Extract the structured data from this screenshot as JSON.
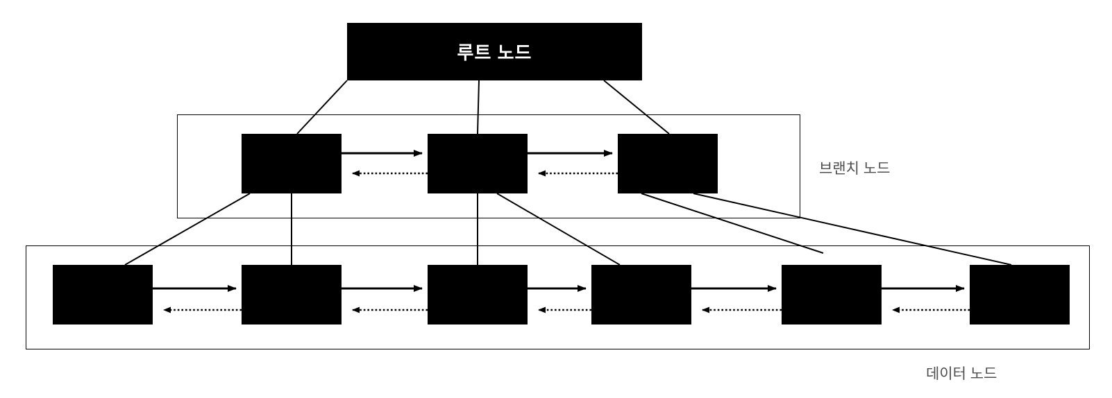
{
  "diagram": {
    "root_node": {
      "label": "루트 노드"
    },
    "branch_group": {
      "label": "브랜치 노드",
      "node_count": 3
    },
    "data_group": {
      "label": "데이터 노드",
      "node_count": 6
    },
    "links": {
      "next_pointer_style": "solid-right-arrow",
      "prev_pointer_style": "dotted-left-arrow"
    },
    "colors": {
      "node_fill": "#000000",
      "root_text": "#ffffff",
      "edge": "#000000",
      "group_outline": "#000000",
      "group_label_text": "#4d4d4d",
      "background": "#ffffff"
    }
  }
}
